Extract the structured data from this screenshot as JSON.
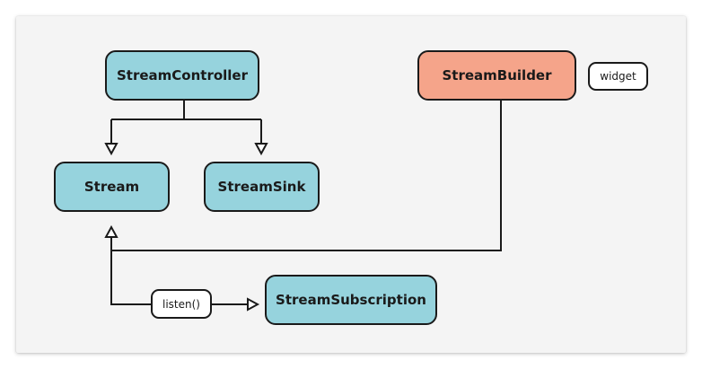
{
  "nodes": {
    "stream_controller": "StreamController",
    "stream": "Stream",
    "stream_sink": "StreamSink",
    "stream_builder": "StreamBuilder",
    "stream_subscription": "StreamSubscription"
  },
  "labels": {
    "widget": "widget",
    "listen": "listen()"
  },
  "colors": {
    "node_fill": "#96d3dd",
    "builder_fill": "#f5a48a",
    "stroke": "#1a1a1a",
    "background": "#f4f4f4"
  }
}
